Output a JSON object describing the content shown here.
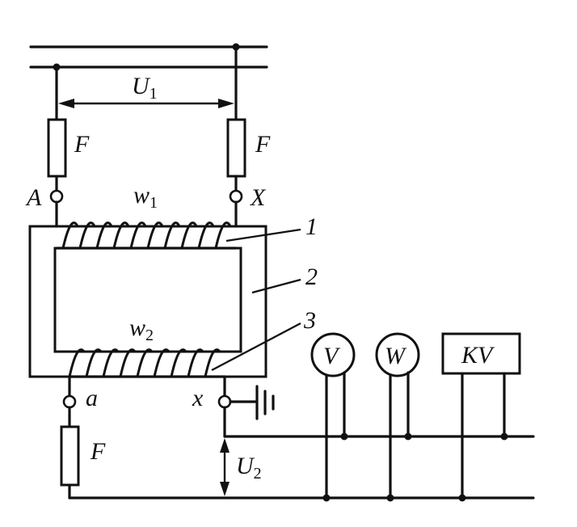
{
  "labels": {
    "U1": "U",
    "U1_sub": "1",
    "U2": "U",
    "U2_sub": "2",
    "fuse_top_left": "F",
    "fuse_top_right": "F",
    "fuse_bottom": "F",
    "terminal_A": "A",
    "terminal_X": "X",
    "terminal_a": "a",
    "terminal_x": "x",
    "w1": "w",
    "w1_sub": "1",
    "w2": "w",
    "w2_sub": "2",
    "callout_1": "1",
    "callout_2": "2",
    "callout_3": "3"
  },
  "instruments": {
    "voltmeter": "V",
    "wattmeter": "W",
    "kilovoltmeter": "KV"
  }
}
